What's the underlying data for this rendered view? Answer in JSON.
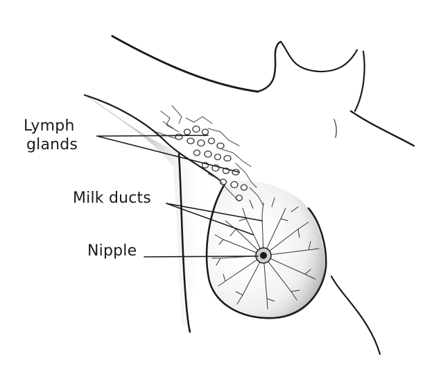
{
  "labels": {
    "lymph_line1": "Lymph",
    "lymph_line2": "glands",
    "milk_ducts": "Milk ducts",
    "nipple": "Nipple"
  },
  "colors": {
    "ink": "#1a1a1a",
    "shade": "#8a8a8a",
    "background": "#ffffff"
  }
}
